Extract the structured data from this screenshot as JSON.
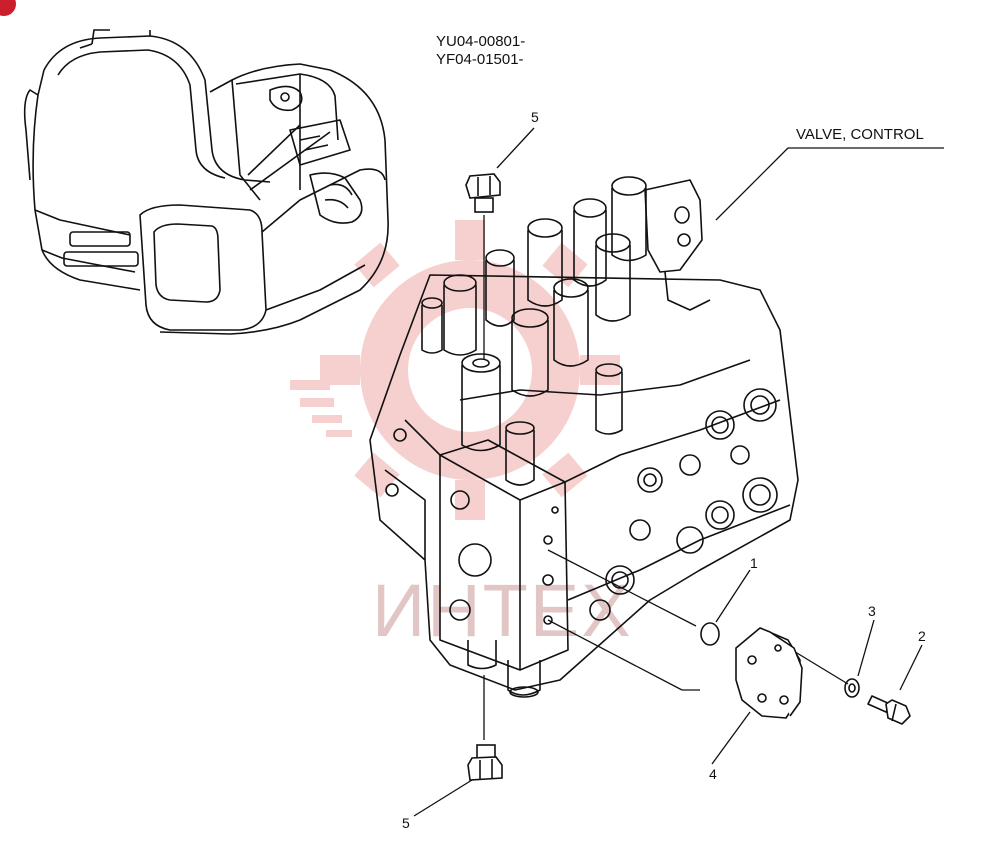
{
  "header": {
    "serial_ranges": [
      "YU04-00801-",
      "YF04-01501-"
    ]
  },
  "part_label": "VALVE, CONTROL",
  "callouts": [
    "1",
    "2",
    "3",
    "4",
    "5",
    "5"
  ],
  "watermark": {
    "text": "ИНТЕХ",
    "color": "#e8b7b7"
  },
  "colors": {
    "ink": "#111111",
    "badge": "#cc1f2d"
  }
}
